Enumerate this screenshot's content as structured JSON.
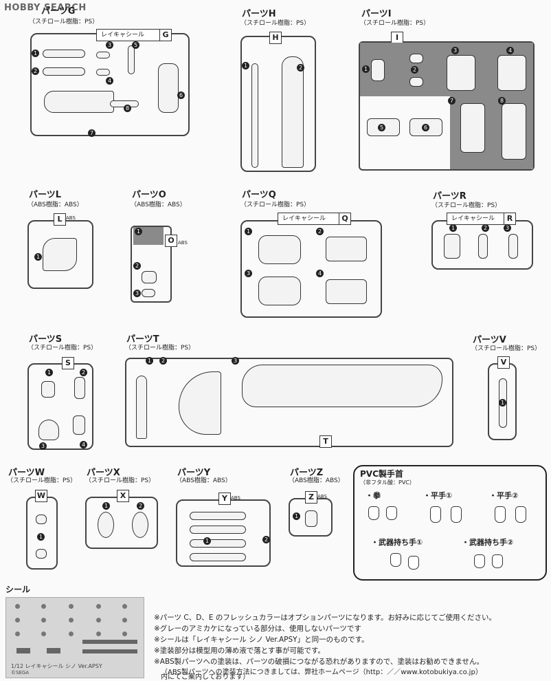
{
  "header": {
    "logo_text": "HOBBY SEARCH"
  },
  "groups": {
    "G": {
      "title": "パーツG",
      "material": "（スチロール樹脂：PS）",
      "label": "G",
      "seal_label": "レイキャシール",
      "numbers": [
        "1",
        "2",
        "3",
        "4",
        "5",
        "6",
        "7",
        "8"
      ]
    },
    "H": {
      "title": "パーツH",
      "material": "（スチロール樹脂：PS）",
      "label": "H",
      "numbers": [
        "1",
        "2"
      ]
    },
    "I": {
      "title": "パーツI",
      "material": "（スチロール樹脂：PS）",
      "label": "I",
      "numbers": [
        "1",
        "2",
        "3",
        "4",
        "5",
        "6",
        "7",
        "8"
      ]
    },
    "L": {
      "title": "パーツL",
      "material": "（ABS樹脂：ABS）",
      "label": "L",
      "tag": "ABS",
      "numbers": [
        "1"
      ]
    },
    "O": {
      "title": "パーツO",
      "material": "（ABS樹脂：ABS）",
      "label": "O",
      "tag": "ABS",
      "numbers": [
        "1",
        "2",
        "3"
      ]
    },
    "Q": {
      "title": "パーツQ",
      "material": "（スチロール樹脂：PS）",
      "label": "Q",
      "seal_label": "レイキャシール",
      "numbers": [
        "1",
        "2",
        "3",
        "4"
      ]
    },
    "R": {
      "title": "パーツR",
      "material": "（スチロール樹脂：PS）",
      "label": "R",
      "seal_label": "レイキャシール",
      "numbers": [
        "1",
        "2",
        "3"
      ]
    },
    "S": {
      "title": "パーツS",
      "material": "（スチロール樹脂：PS）",
      "label": "S",
      "numbers": [
        "1",
        "2",
        "3",
        "4"
      ]
    },
    "T": {
      "title": "パーツT",
      "material": "（スチロール樹脂：PS）",
      "label": "T",
      "numbers": [
        "1",
        "2",
        "3"
      ]
    },
    "V": {
      "title": "パーツV",
      "material": "（スチロール樹脂：PS）",
      "label": "V",
      "numbers": [
        "1"
      ]
    },
    "W": {
      "title": "パーツW",
      "material": "（スチロール樹脂：PS）",
      "label": "W",
      "numbers": [
        "1"
      ]
    },
    "X": {
      "title": "パーツX",
      "material": "（スチロール樹脂：PS）",
      "label": "X",
      "numbers": [
        "1",
        "2"
      ]
    },
    "Y": {
      "title": "パーツY",
      "material": "（ABS樹脂：ABS）",
      "label": "Y",
      "tag": "ABS",
      "numbers": [
        "1",
        "2"
      ]
    },
    "Z": {
      "title": "パーツZ",
      "material": "（ABS樹脂：ABS）",
      "label": "Z",
      "tag": "ABS",
      "numbers": [
        "1"
      ]
    }
  },
  "pvc": {
    "title": "PVC製手首",
    "material": "（非フタル酸：PVC）",
    "items": [
      "・拳",
      "・平手①",
      "・平手②",
      "・武器持ち手①",
      "・武器持ち手②"
    ]
  },
  "seal": {
    "title": "シール",
    "sheet_caption": "1/12 レイキャシール シノ Ver.APSY",
    "brand": "©SEGA"
  },
  "notes": [
    "※パーツ C、D、E のフレッシュカラーはオプションパーツになります。お好みに応じてご使用ください。",
    "※グレーのアミカケになっている部分は、使用しないパーツです",
    "※シールは「レイキャシール シノ Ver.APSY」と同一のものです。",
    "※塗装部分は模型用の薄め液で落とす事が可能です。",
    "※ABS製パーツへの塗装は、パーツの破損につながる恐れがありますので、塗装はお勧めできません。",
    "（ABS製パーツへの塗装方法につきましては、弊社ホームページ（http：／／www.kotobukiya.co.jp）",
    "内にてご案内しております）"
  ]
}
